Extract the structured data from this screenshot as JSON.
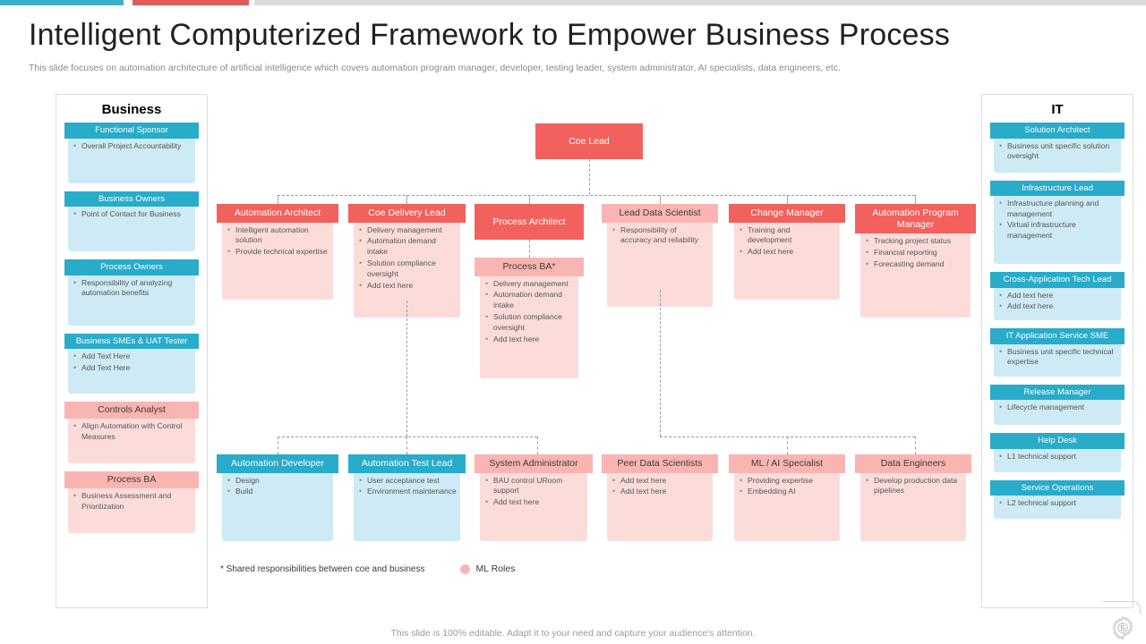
{
  "slide": {
    "title": "Intelligent Computerized Framework to Empower Business Process",
    "subtitle": "This slide focuses on automation architecture of artificial intelligence which covers automation program manager, developer, testing leader, system administrator, AI specialists, data engineers, etc.",
    "footer": "This slide is 100% editable. Adapt it to your need and capture your audience's attention.",
    "page_number": "5"
  },
  "colors": {
    "accent_teal": "#3EAFC4",
    "accent_red": "#DE5C5C",
    "bar_gray": "#DCDCDC",
    "blue_header": "#29ABCA",
    "blue_body": "#CDEAF5",
    "red_header": "#F2615D",
    "pink_header": "#FAB5B2",
    "pink_body": "#FBDCDA"
  },
  "business_panel": {
    "title": "Business",
    "cards": [
      {
        "style": "blue",
        "title": "Functional Sponsor",
        "bullets": [
          "Overall Project Accountability"
        ],
        "body_h": 52
      },
      {
        "style": "blue",
        "title": "Business Owners",
        "bullets": [
          "Point of Contact for Business"
        ],
        "body_h": 52
      },
      {
        "style": "blue",
        "title": "Process Owners",
        "bullets": [
          "Responsibility of analyzing automation benefits"
        ],
        "body_h": 58
      },
      {
        "style": "blue",
        "title": "Business SMEs & UAT Tester",
        "bullets": [
          "Add Text Here",
          "Add Text Here"
        ],
        "body_h": 52
      },
      {
        "style": "pink",
        "title": "Controls Analyst",
        "bullets": [
          "Align Automation with Control Measures"
        ],
        "body_h": 52
      },
      {
        "style": "pink",
        "title": "Process BA",
        "bullets": [
          "Business Assessment and Prioritization"
        ],
        "body_h": 52
      }
    ]
  },
  "it_panel": {
    "title": "IT",
    "cards": [
      {
        "style": "blue",
        "title": "Solution Architect",
        "bullets": [
          "Business unit specific solution oversight"
        ],
        "body_h": 40
      },
      {
        "style": "blue",
        "title": "Infrastructure Lead",
        "bullets": [
          "Infrastructure planning and management",
          "Virtual infrastructure management"
        ],
        "body_h": 78
      },
      {
        "style": "blue",
        "title": "Cross-Application Tech Lead",
        "bullets": [
          "Add text here",
          "Add text here"
        ],
        "body_h": 36
      },
      {
        "style": "blue",
        "title": "IT Application Service SME",
        "bullets": [
          "Business unit specific technical expertise"
        ],
        "body_h": 38
      },
      {
        "style": "blue",
        "title": "Release Manager",
        "bullets": [
          "Lifecycle management"
        ],
        "body_h": 30
      },
      {
        "style": "blue",
        "title": "Help Desk",
        "bullets": [
          "L1 technical support"
        ],
        "body_h": 28
      },
      {
        "style": "blue",
        "title": "Service Operations",
        "bullets": [
          "L2 technical support"
        ],
        "body_h": 28
      }
    ]
  },
  "chart_nodes": {
    "root": {
      "style": "solid",
      "title": "Coe Lead",
      "bullets": []
    },
    "level2": [
      {
        "style": "red",
        "title": "Automation Architect",
        "bullets": [
          "Intelligent automation solution",
          "Provide technical expertise"
        ]
      },
      {
        "style": "red",
        "title": "Coe Delivery Lead",
        "bullets": [
          "Delivery management",
          "Automation demand intake",
          "Solution compliance oversight",
          "Add text here"
        ]
      },
      {
        "style": "solid",
        "title": "Process Architect",
        "bullets": []
      },
      {
        "style": "pink",
        "title": "Lead Data Scientist",
        "bullets": [
          "Responsibility of accuracy and reliability"
        ]
      },
      {
        "style": "red",
        "title": "Change Manager",
        "bullets": [
          "Training and development",
          "Add text here"
        ]
      },
      {
        "style": "red",
        "title": "Automation Program Manager",
        "bullets": [
          "Tracking project status",
          "Financial reporting",
          "Forecasting demand"
        ]
      }
    ],
    "sub": {
      "style": "pink",
      "title": "Process BA*",
      "bullets": [
        "Delivery management",
        "Automation demand intake",
        "Solution compliance oversight",
        "Add text here"
      ]
    },
    "level3": [
      {
        "style": "blue",
        "title": "Automation Developer",
        "bullets": [
          "Design",
          "Build"
        ]
      },
      {
        "style": "blue",
        "title": "Automation Test Lead",
        "bullets": [
          "User acceptance test",
          "Environment maintenance"
        ]
      },
      {
        "style": "pink",
        "title": "System Administrator",
        "bullets": [
          "BAU control URoom support",
          "Add text here"
        ]
      },
      {
        "style": "pink",
        "title": "Peer Data Scientists",
        "bullets": [
          "Add text here",
          "Add text here"
        ]
      },
      {
        "style": "pink",
        "title": "ML / AI Specialist",
        "bullets": [
          "Providing expertise",
          "Embedding AI"
        ]
      },
      {
        "style": "pink",
        "title": "Data Engineers",
        "bullets": [
          "Develop production data pipelines"
        ]
      }
    ]
  },
  "legend": {
    "note": "* Shared responsibilities between coe and business",
    "key_label": "ML Roles"
  }
}
